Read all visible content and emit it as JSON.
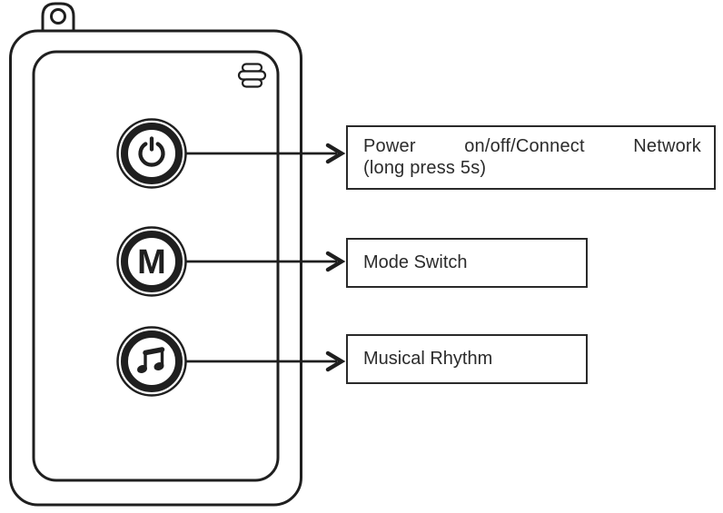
{
  "diagram": {
    "type": "device-button-annotation",
    "device": {
      "kind": "remote-control",
      "indicator": {
        "icon": "vent-indicator-icon"
      },
      "buttons": [
        {
          "name": "power-button",
          "icon": "power-icon"
        },
        {
          "name": "mode-button",
          "letter": "M"
        },
        {
          "name": "music-button",
          "icon": "music-note-icon"
        }
      ]
    },
    "labels": {
      "power": {
        "line1": "Power on/off/Connect Network",
        "line2": "(long press 5s)"
      },
      "mode": {
        "text": "Mode Switch"
      },
      "music": {
        "text": "Musical Rhythm"
      }
    },
    "colors": {
      "stroke": "#1f1f1f",
      "box_border": "#2a2a2a",
      "text": "#2b2b2b",
      "background": "#ffffff"
    }
  }
}
